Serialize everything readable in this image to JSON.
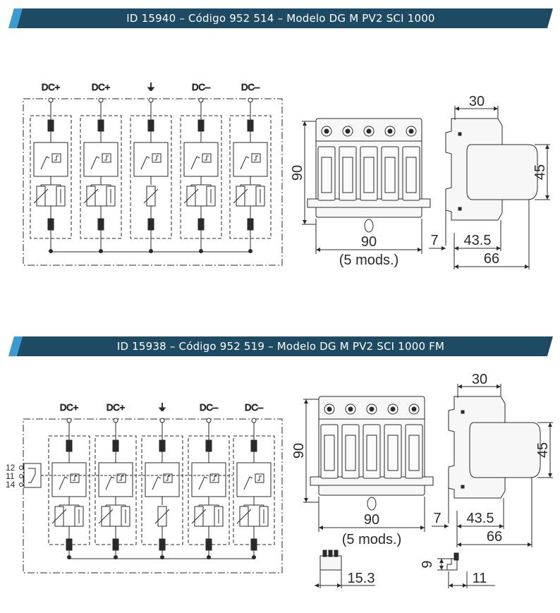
{
  "colors": {
    "banner": "#1e4a63",
    "banner_accent": "#3a9bd0",
    "line": "#2a2a2a"
  },
  "sections": [
    {
      "title": "ID 15940 – Código 952 514 – Modelo DG M PV2 SCI 1000",
      "terminals": [
        "DC+",
        "DC+",
        "⏚",
        "DC–",
        "DC–"
      ],
      "front_dims": {
        "height": "90",
        "width": "90",
        "width_note": "(5 mods.)"
      },
      "side_dims": {
        "top": "30",
        "right": "45",
        "left_offset": "7",
        "depth": "43.5",
        "total": "66"
      }
    },
    {
      "title": "ID 15938 – Código 952 519 – Modelo DG M PV2 SCI 1000 FM",
      "terminals": [
        "DC+",
        "DC+",
        "⏚",
        "DC–",
        "DC–"
      ],
      "contacts": [
        "12",
        "11",
        "14"
      ],
      "front_dims": {
        "height": "90",
        "width": "90",
        "width_note": "(5 mods.)"
      },
      "side_dims": {
        "top": "30",
        "right": "45",
        "left_offset": "7",
        "depth": "43.5",
        "total": "66"
      },
      "connector_dims": {
        "plug_width": "15.3",
        "plug_height": "9",
        "plug_depth": "11"
      }
    }
  ]
}
